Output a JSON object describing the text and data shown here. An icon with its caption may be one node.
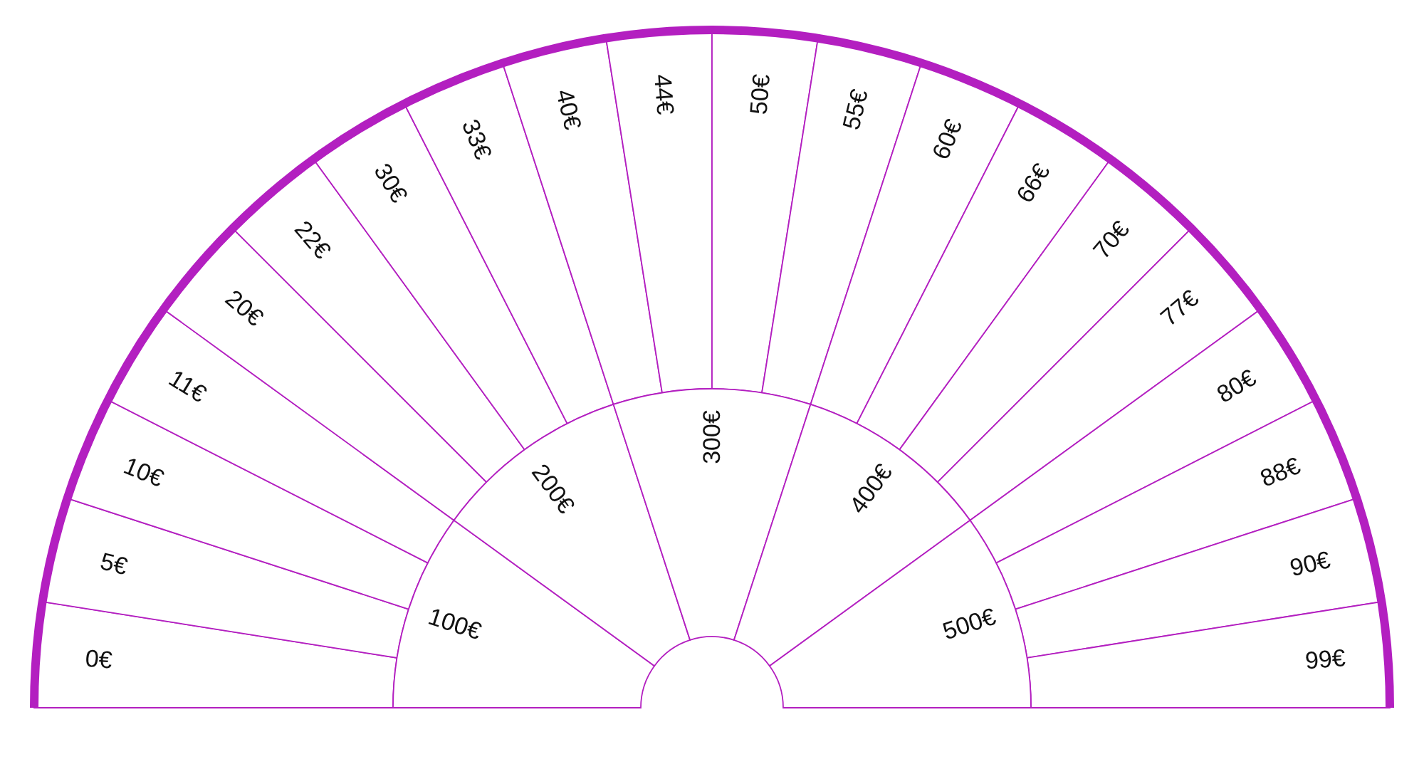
{
  "diagram": {
    "nodes": [
      {
        "text": [
          "0€"
        ]
      },
      {
        "text": [
          "5€"
        ]
      },
      {
        "text": [
          "10€"
        ]
      },
      {
        "text": [
          "11€"
        ]
      },
      {
        "text": [
          "20€"
        ]
      },
      {
        "text": [
          "22€"
        ]
      },
      {
        "text": [
          "30€"
        ]
      },
      {
        "text": [
          "33€"
        ]
      },
      {
        "text": [
          "40€"
        ]
      },
      {
        "text": [
          "44€"
        ]
      },
      {
        "text": [
          "50€"
        ]
      },
      {
        "text": [
          "55€"
        ]
      },
      {
        "text": [
          "60€"
        ]
      },
      {
        "text": [
          "66€"
        ]
      },
      {
        "text": [
          "70€"
        ]
      },
      {
        "text": [
          "77€"
        ]
      },
      {
        "text": [
          "80€"
        ]
      },
      {
        "text": [
          "88€"
        ]
      },
      {
        "text": [
          "90€"
        ]
      },
      {
        "text": [
          "99€"
        ]
      },
      {
        "text": [
          "100€"
        ]
      },
      {
        "text": [
          "200€"
        ]
      },
      {
        "text": [
          "300€"
        ]
      },
      {
        "text": [
          "400€"
        ]
      },
      {
        "text": [
          "500€"
        ]
      }
    ]
  }
}
